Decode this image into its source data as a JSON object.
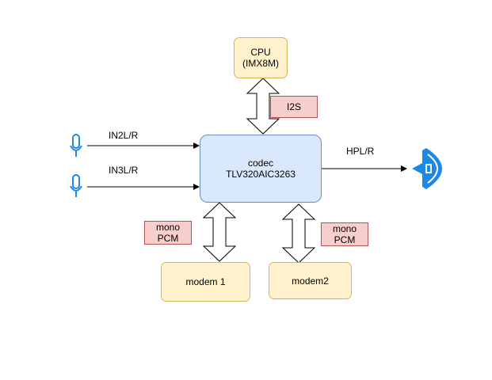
{
  "nodes": {
    "cpu": {
      "line1": "CPU",
      "line2": "(IMX8M)"
    },
    "codec": {
      "line1": "codec",
      "line2": "TLV320AIC3263"
    },
    "modem1": {
      "label": "modem 1"
    },
    "modem2": {
      "label": "modem2"
    }
  },
  "tags": {
    "i2s": "I2S",
    "pcm_left": {
      "line1": "mono",
      "line2": "PCM"
    },
    "pcm_right": {
      "line1": "mono",
      "line2": "PCM"
    }
  },
  "edges": {
    "in2": "IN2L/R",
    "in3": "IN3L/R",
    "hpl": "HPL/R"
  },
  "icons": [
    "microphone-icon",
    "microphone-icon",
    "speaker-icon"
  ],
  "colors": {
    "yellow_fill": "#fff2cc",
    "yellow_stroke": "#d6b656",
    "blue_fill": "#dae8fc",
    "blue_stroke": "#6c8ebf",
    "red_fill": "#f8cecc",
    "red_stroke": "#b85450",
    "icon": "#1e88e5"
  }
}
